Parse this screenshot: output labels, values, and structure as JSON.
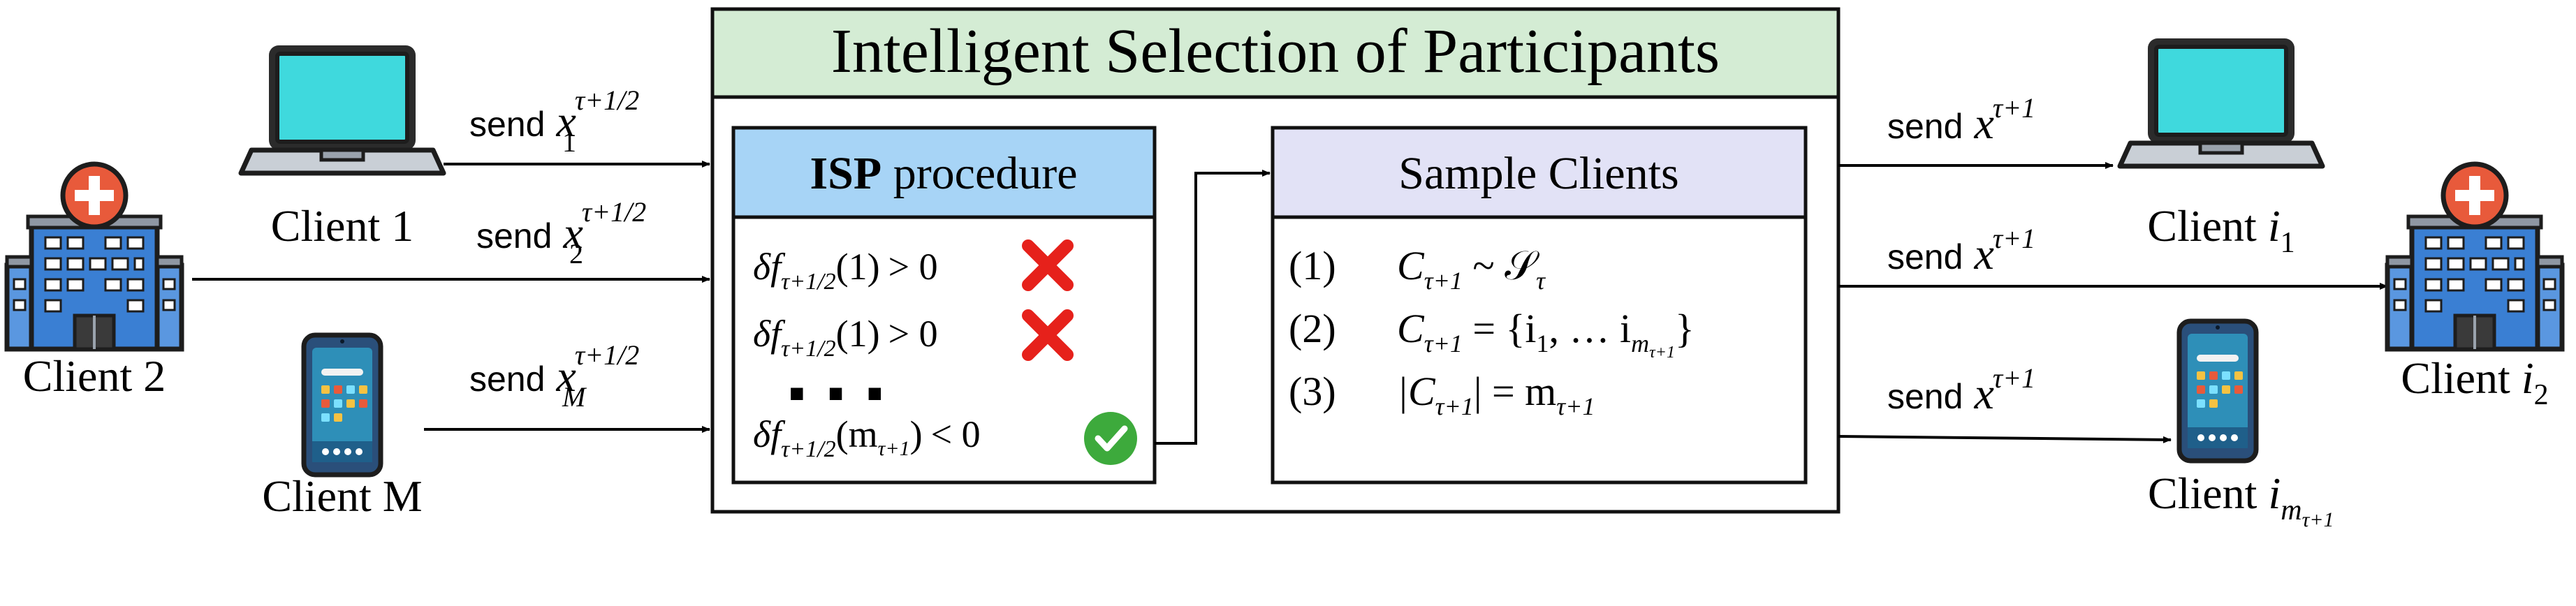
{
  "title": "Intelligent Selection of Participants",
  "isp": {
    "title_bold": "ISP",
    "title_rest": " procedure",
    "rows": [
      {
        "lhs": "δf",
        "sub": "τ+1/2",
        "arg": "(1)",
        "rel": "> 0",
        "status": "rejected",
        "icon": "cross-icon"
      },
      {
        "lhs": "δf",
        "sub": "τ+1/2",
        "arg": "(1)",
        "rel": "> 0",
        "status": "rejected",
        "icon": "cross-icon"
      },
      {
        "lhs": "δf",
        "sub": "τ+1/2",
        "arg": "(m",
        "argsub": "τ+1",
        "argclose": ")",
        "rel": "< 0",
        "status": "accepted",
        "icon": "check-icon"
      }
    ],
    "ellipsis": "■ ■ ■"
  },
  "sample": {
    "title": "Sample Clients",
    "items": [
      {
        "num": "(1)",
        "text": "C",
        "sub": "τ+1",
        "rest": " ~ 𝒮",
        "rest_sub": "τ"
      },
      {
        "num": "(2)",
        "text": "C",
        "sub": "τ+1",
        "rest": " = {i",
        "rest_sub": "1",
        "rest2": ", … i",
        "rest2_sub": "m",
        "rest2_subsub": "τ+1",
        "rest3": "}"
      },
      {
        "num": "(3)",
        "text": "|C",
        "sub": "τ+1",
        "rest": "| = m",
        "rest_sub": "τ+1"
      }
    ]
  },
  "left_clients": [
    {
      "label": "Client 1",
      "icon": "laptop-icon"
    },
    {
      "label": "Client 2",
      "icon": "hospital-icon"
    },
    {
      "label": "Client M",
      "icon": "phone-icon"
    }
  ],
  "left_sends": [
    {
      "word": "send",
      "var": "x",
      "sub": "1",
      "sup": "τ+1/2"
    },
    {
      "word": "send",
      "var": "x",
      "sub": "2",
      "sup": "τ+1/2"
    },
    {
      "word": "send",
      "var": "x",
      "sub": "M",
      "sup": "τ+1/2"
    }
  ],
  "right_sends": [
    {
      "word": "send",
      "var": "x",
      "sup": "τ+1"
    },
    {
      "word": "send",
      "var": "x",
      "sup": "τ+1"
    },
    {
      "word": "send",
      "var": "x",
      "sup": "τ+1"
    }
  ],
  "right_clients": [
    {
      "label": "Client ",
      "var": "i",
      "sub": "1",
      "icon": "laptop-icon"
    },
    {
      "label": "Client ",
      "var": "i",
      "sub": "2",
      "icon": "hospital-icon"
    },
    {
      "label": "Client ",
      "var": "i",
      "sub": "m",
      "subsub": "τ+1",
      "icon": "phone-icon"
    }
  ],
  "colors": {
    "title_bg": "#d4ecd4",
    "isp_header_bg": "#a7d4f6",
    "sample_header_bg": "#e2e2f6",
    "cross": "#e6211b",
    "check": "#3daa3c",
    "laptop_screen": "#3fd9dd",
    "building": "#3a7fd3",
    "building_roof": "#e85a3b",
    "phone_body": "#2a4f7a",
    "phone_screen": "#2e8fb8"
  }
}
